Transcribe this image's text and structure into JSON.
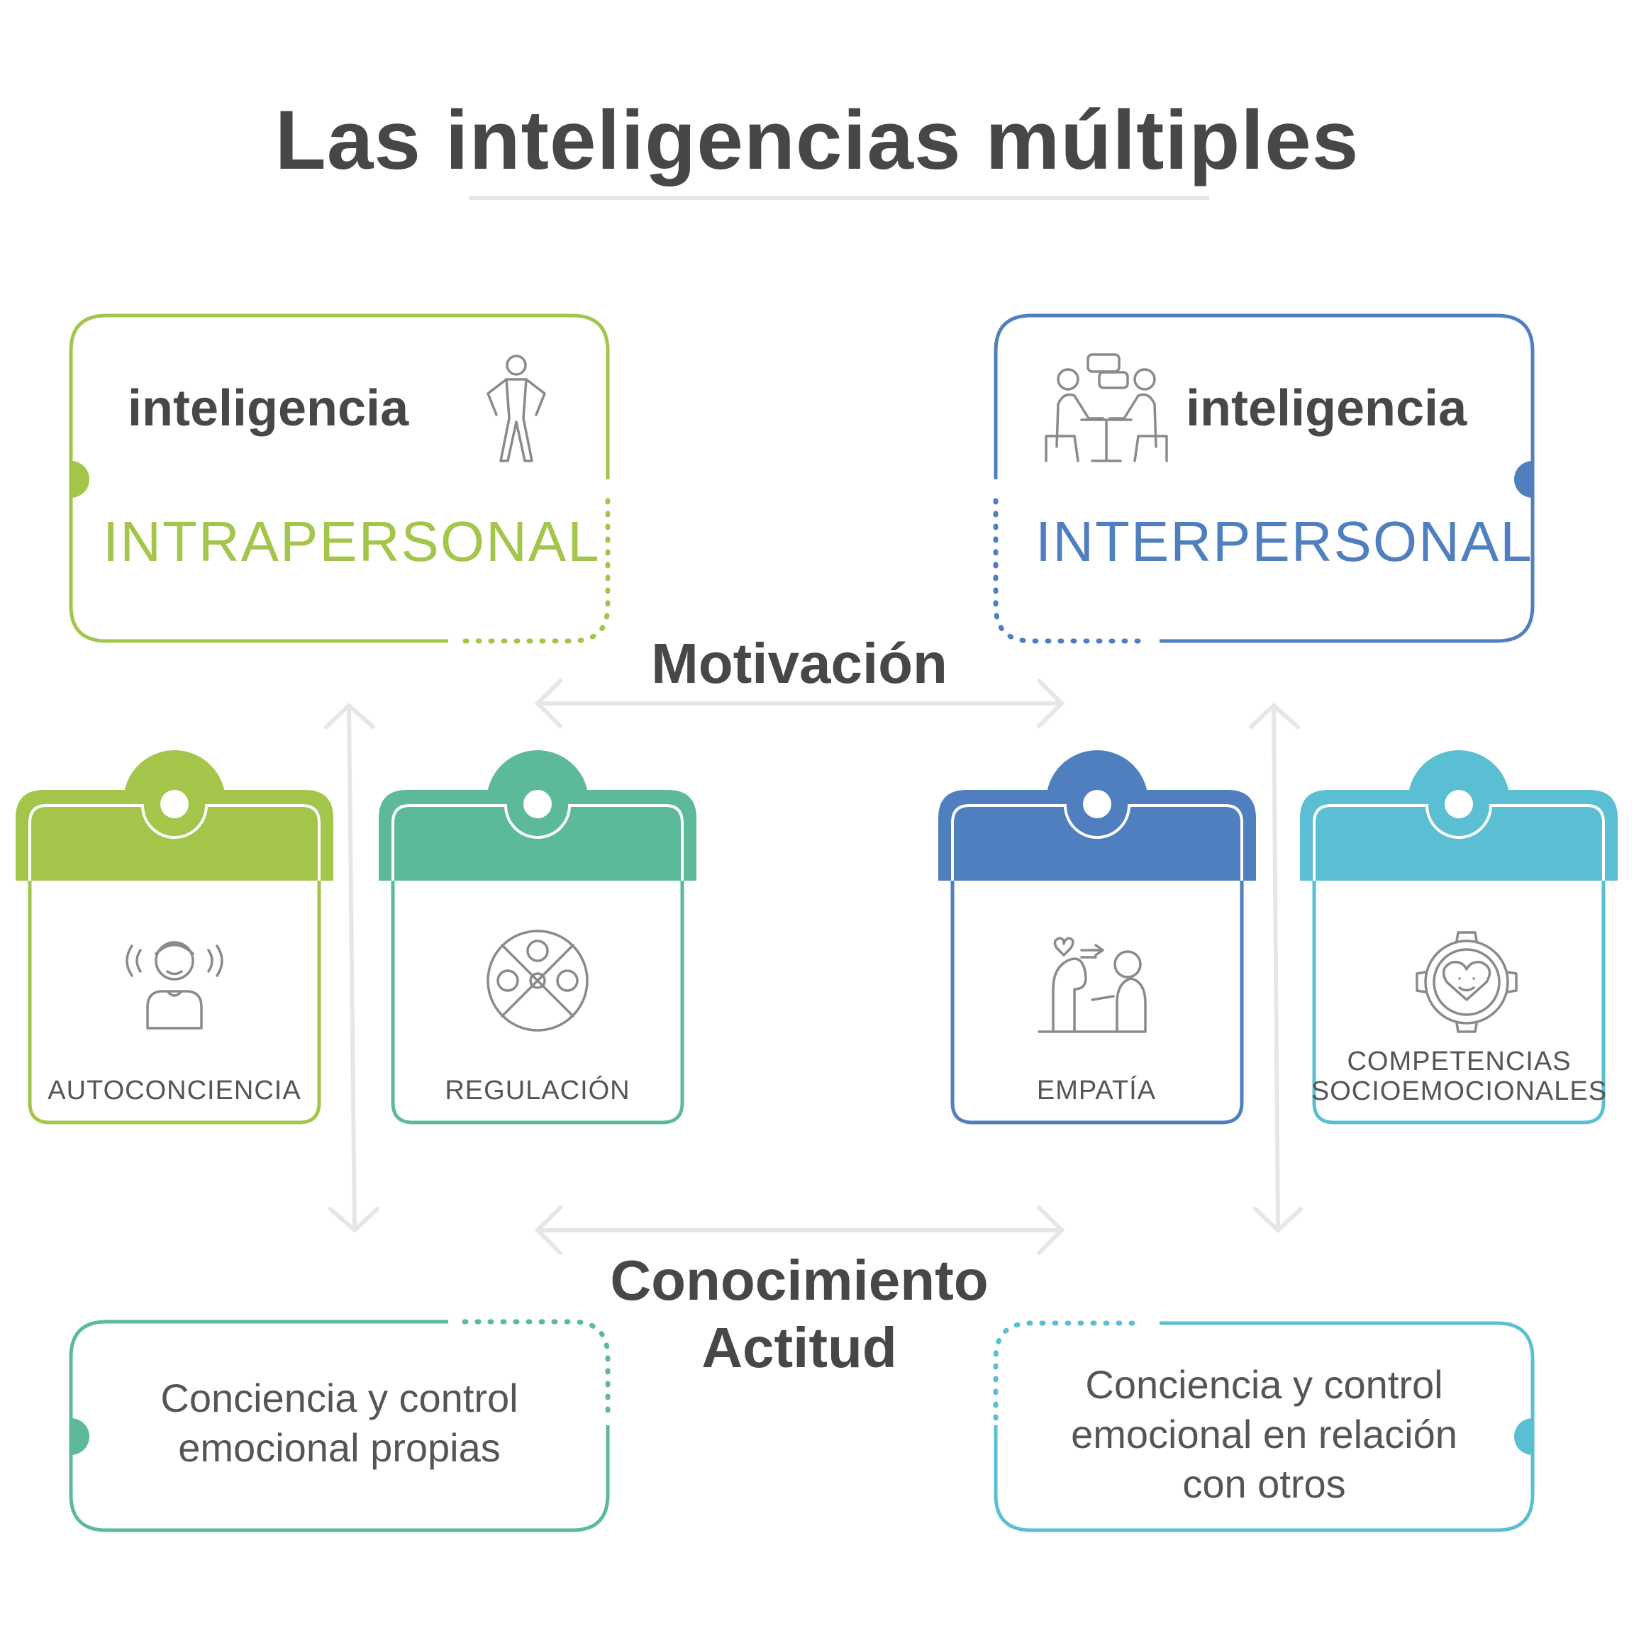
{
  "title": "Las inteligencias múltiples",
  "colors": {
    "intra": "#a2c54a",
    "regulacion": "#5dba98",
    "inter": "#4f7fbf",
    "competencias": "#5bbfd3",
    "arrow": "#e6e6e6",
    "icon": "#8a8a8a"
  },
  "intrapersonal": {
    "word": "inteligencia",
    "type": "INTRAPERSONAL",
    "icon": "person-standing-icon"
  },
  "interpersonal": {
    "word": "inteligencia",
    "type": "INTERPERSONAL",
    "icon": "people-talking-icon"
  },
  "axis": {
    "top": "Motivación",
    "bottom_1": "Conocimiento",
    "bottom_2": "Actitud"
  },
  "cards": [
    {
      "label": "AUTOCONCIENCIA",
      "icon": "self-awareness-icon"
    },
    {
      "label": "REGULACIÓN",
      "icon": "emotion-dial-icon"
    },
    {
      "label": "EMPATÍA",
      "icon": "empathy-icon"
    },
    {
      "label_1": "COMPETENCIAS",
      "label_2": "SOCIOEMOCIONALES",
      "icon": "heart-gear-icon"
    }
  ],
  "descriptions": {
    "left_1": "Conciencia y control",
    "left_2": "emocional propias",
    "right_1": "Conciencia y control",
    "right_2": "emocional en relación",
    "right_3": "con otros"
  }
}
